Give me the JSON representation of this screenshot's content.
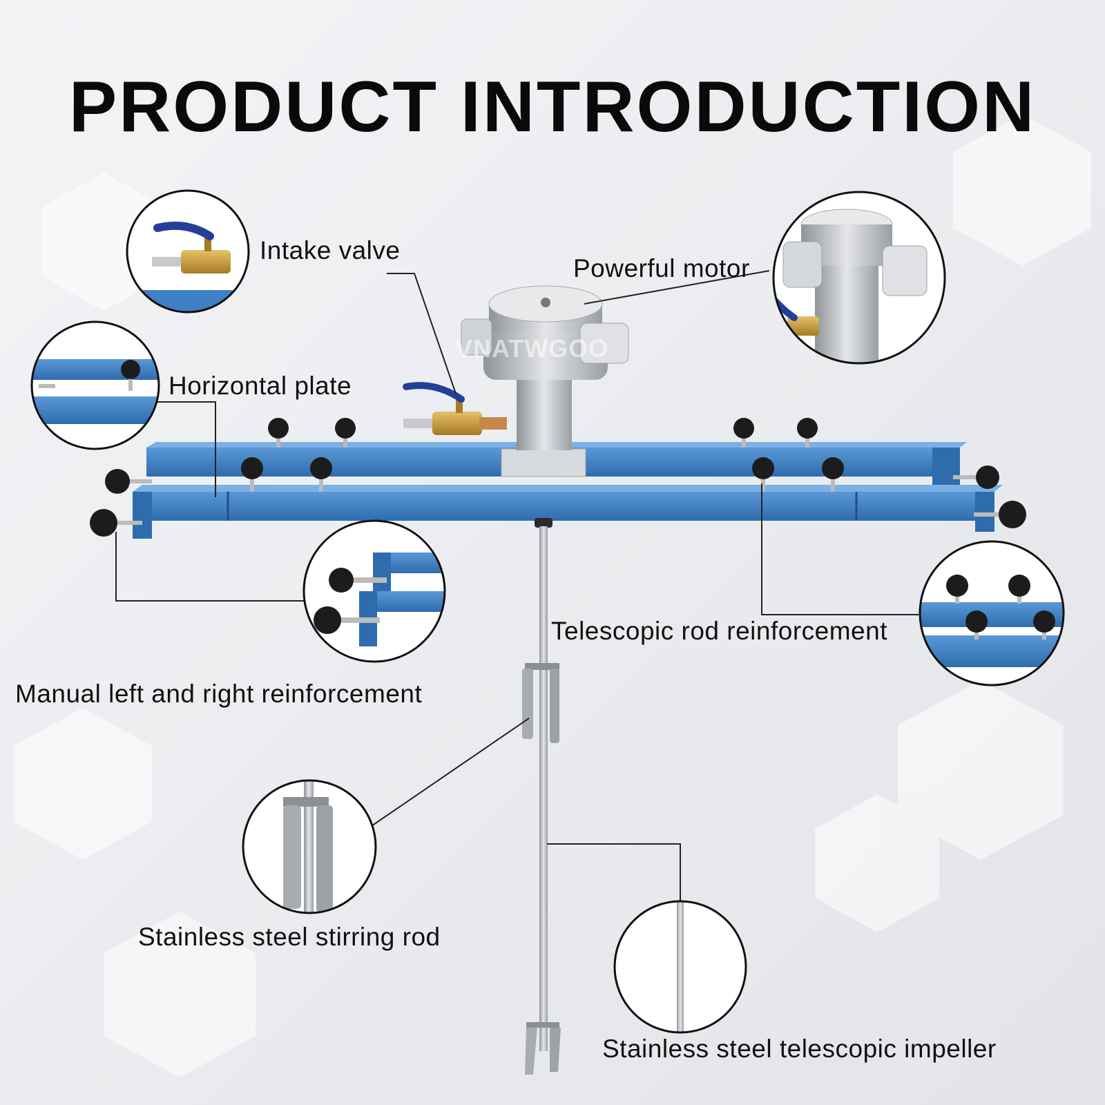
{
  "title": "PRODUCT INTRODUCTION",
  "watermark": "VNATWGOO",
  "labels": {
    "intake_valve": "Intake valve",
    "powerful_motor": "Powerful motor",
    "horizontal_plate": "Horizontal plate",
    "telescopic_rod_reinforcement": "Telescopic rod reinforcement",
    "manual_reinforcement": "Manual left and right reinforcement",
    "stirring_rod": "Stainless steel stirring rod",
    "telescopic_impeller": "Stainless steel telescopic impeller"
  },
  "colors": {
    "frame_blue": "#3f7fc4",
    "frame_dark": "#2a5f9c",
    "steel": "#b9bcc0",
    "brass": "#c99a3a",
    "knob": "#1c1c1c",
    "leader": "#222222"
  }
}
